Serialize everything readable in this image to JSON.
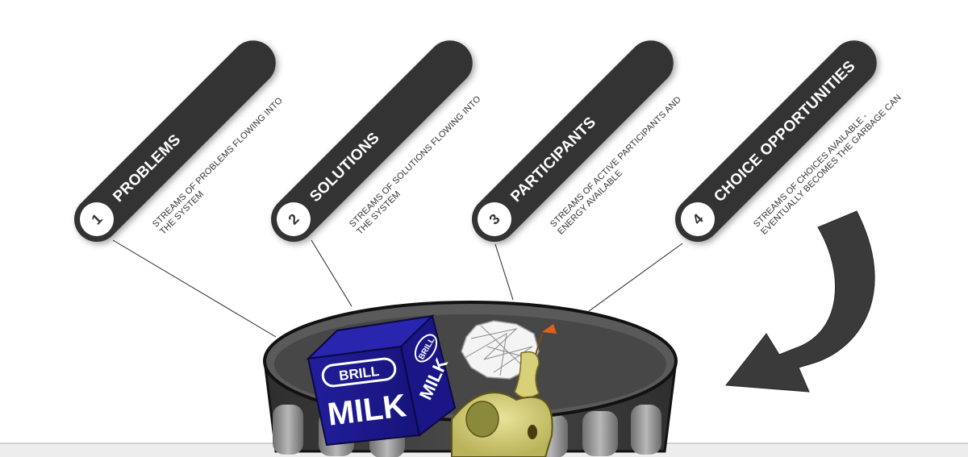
{
  "steps": [
    {
      "number": "1",
      "title": "PROBLEMS",
      "desc_line1": "STREAMS OF PROBLEMS FLOWING INTO",
      "desc_line2": "THE SYSTEM"
    },
    {
      "number": "2",
      "title": "SOLUTIONS",
      "desc_line1": "STREAMS OF SOLUTIONS FLOWING INTO",
      "desc_line2": "THE SYSTEM"
    },
    {
      "number": "3",
      "title": "PARTICIPANTS",
      "desc_line1": "STREAMS OF ACTIVE PARTICIPANTS AND",
      "desc_line2": "ENERGY AVAILABLE"
    },
    {
      "number": "4",
      "title": "CHOICE OPPORTUNITIES",
      "desc_line1": "STREAMS OF CHOICES AVAILABLE -",
      "desc_line2": "EVENTUALLY BECOMES THE GARBAGE CAN"
    }
  ],
  "milk_carton": {
    "brand": "BRILL",
    "product": "MILK"
  },
  "colors": {
    "pill": "#333333",
    "can": "#3d3d3d",
    "carton": "#1d1a8e",
    "arrow": "#3a3a3a"
  }
}
